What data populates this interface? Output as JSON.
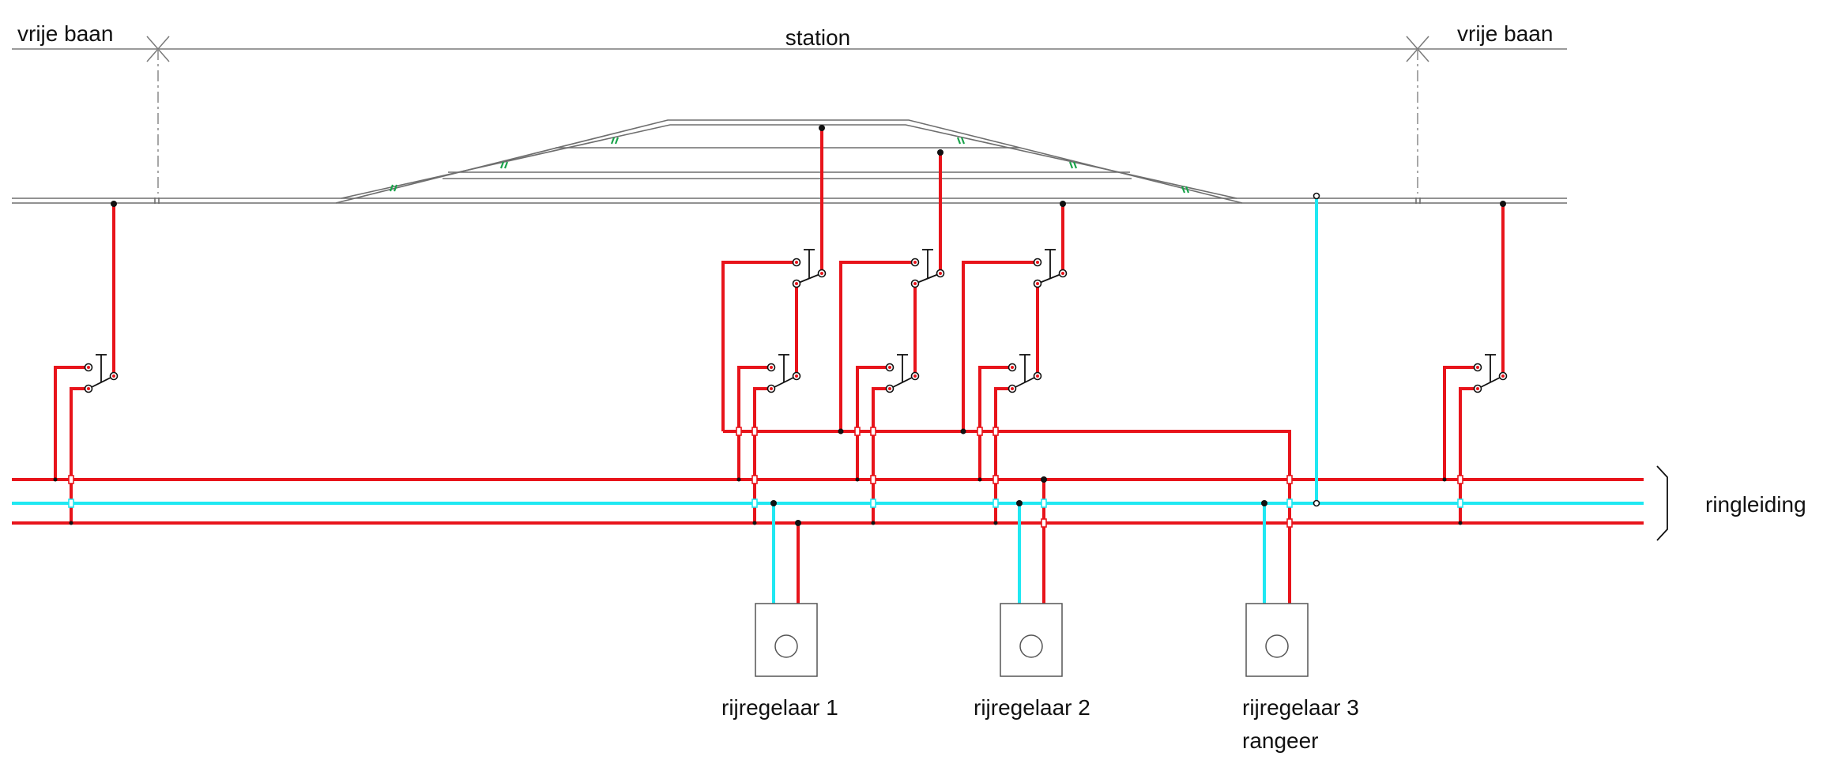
{
  "labels": {
    "open_track_left": "vrije baan",
    "open_track_right": "vrije baan",
    "station": "station",
    "ring_main": "ringleiding",
    "controller_1": "rijregelaar 1",
    "controller_2": "rijregelaar 2",
    "controller_3": "rijregelaar 3",
    "controller_3_sub": "rangeer"
  },
  "colors": {
    "track": "#6e6e6e",
    "feed_wire": "#e8141b",
    "return_wire": "#1fe8f2",
    "insulation_gap": "#19a34a",
    "switch": "#111111",
    "background": "#ffffff"
  },
  "components": {
    "controllers": [
      "rijregelaar 1",
      "rijregelaar 2",
      "rijregelaar 3"
    ],
    "selector_switches": 8,
    "ring_conductors": [
      "red",
      "cyan",
      "red"
    ]
  }
}
